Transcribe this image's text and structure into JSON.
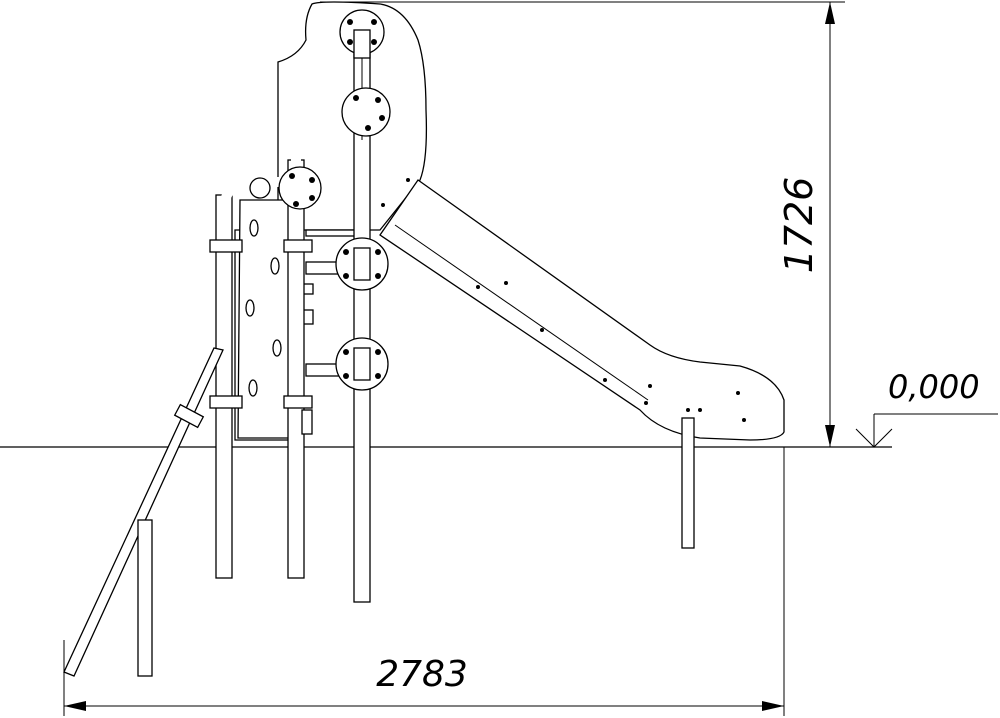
{
  "drawing": {
    "dimensions": {
      "height": "1726",
      "width": "2783",
      "level_mark": "0,000"
    },
    "colors": {
      "line": "#000000",
      "background": "#ffffff"
    }
  }
}
